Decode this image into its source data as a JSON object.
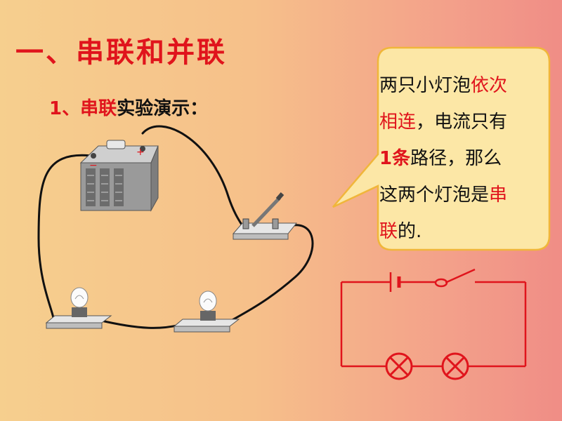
{
  "title": "一、串联和并联",
  "subtitle": {
    "number": "1、",
    "highlight": "串联",
    "rest": "实验演示："
  },
  "callout": {
    "line1": {
      "a": "两只小灯泡",
      "b": "依次"
    },
    "line2": {
      "a": "相连",
      "b": "，电流只有"
    },
    "line3": {
      "a": "1条",
      "b": "路径，那么"
    },
    "line4": {
      "a": "这两个灯泡是",
      "b": "串"
    },
    "line5": {
      "a": "联",
      "b": "的."
    }
  },
  "battery_labels": {
    "negative": "−",
    "positive": "+"
  },
  "colors": {
    "accent_red": "#e0141c",
    "callout_fill": "#fce7a6",
    "callout_border": "#f0b63a",
    "circuit_red": "#e0141c"
  },
  "icons": [
    "battery-icon",
    "switch-icon",
    "bulb-icon",
    "lamp-symbol-icon",
    "cell-symbol-icon",
    "switch-symbol-icon"
  ]
}
